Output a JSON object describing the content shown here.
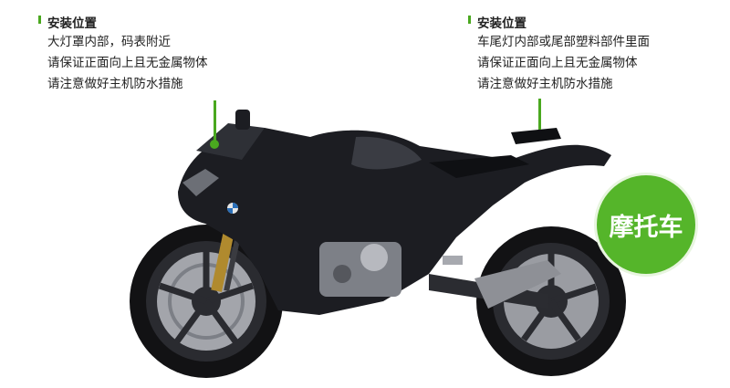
{
  "left_note": {
    "title": "安装位置",
    "lines": [
      "大灯罩内部，码表附近",
      "请保证正面向上且无金属物体",
      "请注意做好主机防水措施"
    ]
  },
  "right_note": {
    "title": "安装位置",
    "lines": [
      "车尾灯内部或尾部塑料部件里面",
      "请保证正面向上且无金属物体",
      "请注意做好主机防水措施"
    ]
  },
  "badge": {
    "label": "摩托车"
  },
  "colors": {
    "accent": "#4aa81f",
    "badge": "#55b52a",
    "bike_body": "#1c1d22"
  }
}
